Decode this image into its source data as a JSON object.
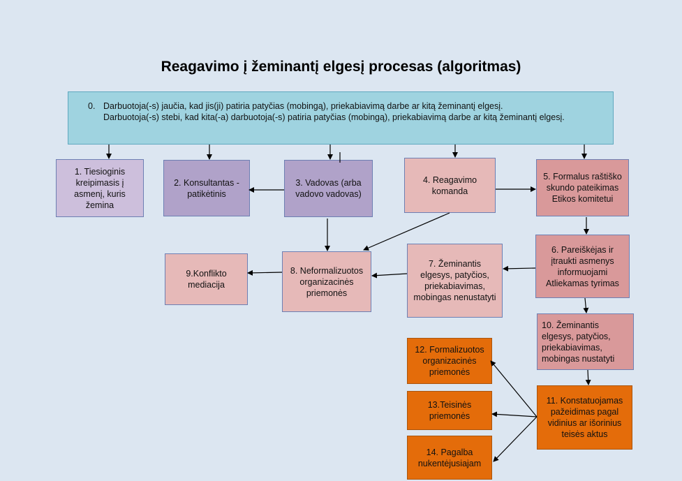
{
  "title": "Reagavimo į žeminantį elgesį procesas (algoritmas)",
  "top": {
    "number": "0.",
    "line1": "Darbuotoja(-s) jaučia, kad jis(ji) patiria patyčias (mobingą), priekabiavimą darbe ar kitą žeminantį elgesį.",
    "line2": "Darbuotoja(-s) stebi, kad kita(-a) darbuotoja(-s) patiria patyčias (mobingą), priekabiavimą darbe ar kitą žeminantį elgesį."
  },
  "nodes": {
    "n1": "1. Tiesioginis kreipimasis į asmenį, kuris žemina",
    "n2": "2. Konsultantas - patikėtinis",
    "n3": "3. Vadovas (arba vadovo vadovas)",
    "n4": "4. Reagavimo komanda",
    "n5": "5. Formalus raštiško skundo pateikimas Etikos komitetui",
    "n6": "6. Pareiškėjas ir įtraukti asmenys informuojami Atliekamas tyrimas",
    "n7": "7. Žeminantis elgesys, patyčios, priekabiavimas, mobingas nenustatyti",
    "n8": "8. Neformalizuotos organizacinės priemonės",
    "n9": "9.Konflikto mediacija",
    "n10": "10. Žeminantis elgesys, patyčios, priekabiavimas, mobingas nustatyti",
    "n11": "11. Konstatuojamas pažeidimas pagal vidinius ar išorinius teisės aktus",
    "n12": "12. Formalizuotos organizacinės priemonės",
    "n13": "13.Teisinės priemonės",
    "n14": "14. Pagalba nukentėjusiajam"
  },
  "colors": {
    "background": "#dce6f1",
    "top": "#9fd3e0",
    "lavender_light": "#cdbfdc",
    "lavender": "#b0a2c9",
    "pink": "#e6b9b8",
    "rose": "#d9999a",
    "orange": "#e46c0a"
  }
}
